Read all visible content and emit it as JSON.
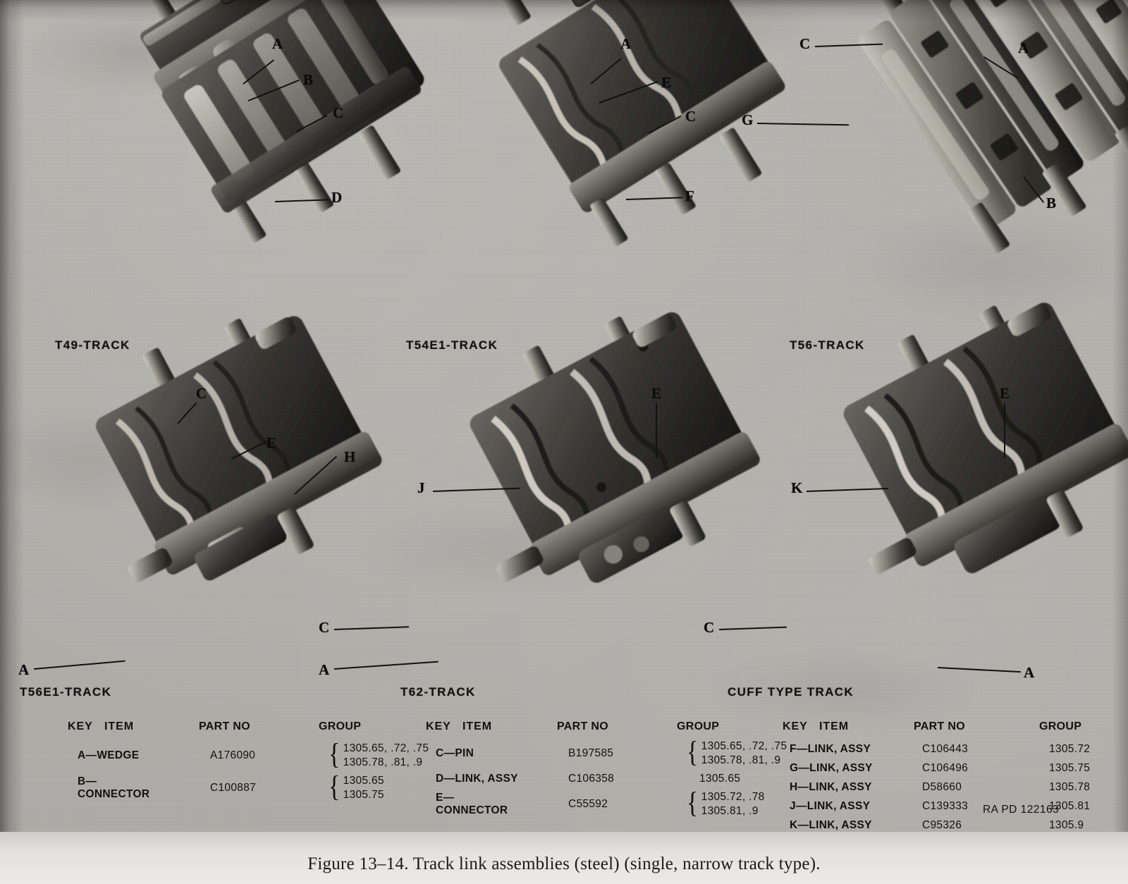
{
  "figure": {
    "caption": "Figure 13–14.  Track link assemblies (steel) (single, narrow track type).",
    "drawing_number": "RA PD 122163"
  },
  "panels": [
    {
      "id": "t49",
      "label": "T49-TRACK",
      "callouts": [
        {
          "letter": "A"
        },
        {
          "letter": "B"
        },
        {
          "letter": "C"
        },
        {
          "letter": "D"
        }
      ]
    },
    {
      "id": "t54e1",
      "label": "T54E1-TRACK",
      "callouts": [
        {
          "letter": "A"
        },
        {
          "letter": "E"
        },
        {
          "letter": "C"
        },
        {
          "letter": "F"
        }
      ]
    },
    {
      "id": "t56",
      "label": "T56-TRACK",
      "callouts": [
        {
          "letter": "C"
        },
        {
          "letter": "A"
        },
        {
          "letter": "G"
        },
        {
          "letter": "B"
        }
      ]
    },
    {
      "id": "t56e1",
      "label": "T56E1-TRACK",
      "callouts": [
        {
          "letter": "C"
        },
        {
          "letter": "E"
        },
        {
          "letter": "H"
        },
        {
          "letter": "A"
        }
      ]
    },
    {
      "id": "t62",
      "label": "T62-TRACK",
      "callouts": [
        {
          "letter": "E"
        },
        {
          "letter": "J"
        },
        {
          "letter": "C"
        },
        {
          "letter": "A"
        }
      ]
    },
    {
      "id": "cuff",
      "label": "CUFF TYPE TRACK",
      "callouts": [
        {
          "letter": "E"
        },
        {
          "letter": "K"
        },
        {
          "letter": "C"
        },
        {
          "letter": "A"
        }
      ]
    }
  ],
  "legends": [
    {
      "headers": {
        "key": "KEY",
        "item": "ITEM",
        "part_no": "PART NO",
        "group": "GROUP"
      },
      "rows": [
        {
          "key": "A",
          "item": "WEDGE",
          "key_item": "A—WEDGE",
          "part_no": "A176090",
          "braced": true,
          "groups": [
            "1305.65, .72, .75",
            "1305.78, .81, .9"
          ]
        },
        {
          "key": "B",
          "item": "CONNECTOR",
          "key_item": "B—CONNECTOR",
          "part_no": "C100887",
          "braced": true,
          "groups": [
            "1305.65",
            "1305.75"
          ]
        }
      ]
    },
    {
      "headers": {
        "key": "KEY",
        "item": "ITEM",
        "part_no": "PART NO",
        "group": "GROUP"
      },
      "rows": [
        {
          "key": "C",
          "item": "PIN",
          "key_item": "C—PIN",
          "part_no": "B197585",
          "braced": true,
          "groups": [
            "1305.65, .72, .75",
            "1305.78, .81, .9"
          ]
        },
        {
          "key": "D",
          "item": "LINK, ASSY",
          "key_item": "D—LINK, ASSY",
          "part_no": "C106358",
          "braced": false,
          "groups": [
            "1305.65"
          ]
        },
        {
          "key": "E",
          "item": "CONNECTOR",
          "key_item": "E—CONNECTOR",
          "part_no": "C55592",
          "braced": true,
          "groups": [
            "1305.72, .78",
            "1305.81, .9"
          ]
        }
      ]
    },
    {
      "headers": {
        "key": "KEY",
        "item": "ITEM",
        "part_no": "PART NO",
        "group": "GROUP"
      },
      "rows": [
        {
          "key": "F",
          "item": "LINK, ASSY",
          "key_item": "F—LINK, ASSY",
          "part_no": "C106443",
          "braced": false,
          "groups": [
            "1305.72"
          ]
        },
        {
          "key": "G",
          "item": "LINK, ASSY",
          "key_item": "G—LINK, ASSY",
          "part_no": "C106496",
          "braced": false,
          "groups": [
            "1305.75"
          ]
        },
        {
          "key": "H",
          "item": "LINK, ASSY",
          "key_item": "H—LINK, ASSY",
          "part_no": "D58660",
          "braced": false,
          "groups": [
            "1305.78"
          ]
        },
        {
          "key": "J",
          "item": "LINK, ASSY",
          "key_item": "J—LINK, ASSY",
          "part_no": "C139333",
          "braced": false,
          "groups": [
            "1305.81"
          ]
        },
        {
          "key": "K",
          "item": "LINK, ASSY",
          "key_item": "K—LINK, ASSY",
          "part_no": "C95326",
          "braced": false,
          "groups": [
            "1305.9"
          ]
        }
      ]
    }
  ]
}
